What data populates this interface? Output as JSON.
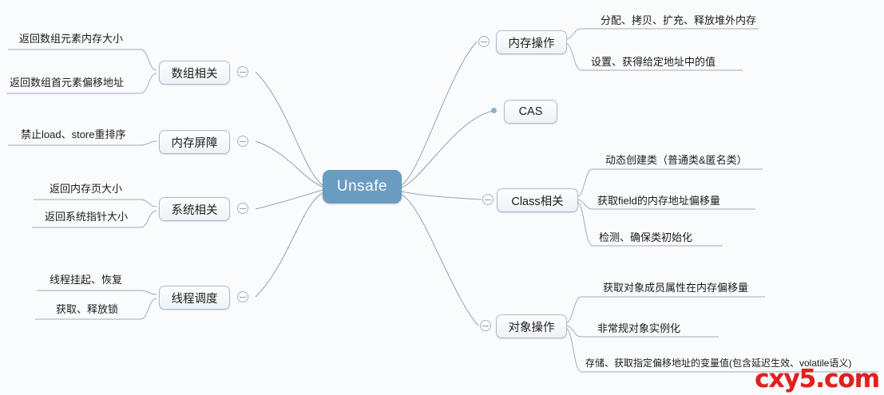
{
  "diagram": {
    "type": "mind-map",
    "root": {
      "label": "Unsafe"
    },
    "watermark": "cxy5.com",
    "branches_left": [
      {
        "label": "数组相关",
        "toggle_icon": "collapse-minus-icon",
        "children": [
          {
            "label": "返回数组元素内存大小"
          },
          {
            "label": "返回数组首元素偏移地址"
          }
        ]
      },
      {
        "label": "内存屏障",
        "toggle_icon": "collapse-minus-icon",
        "children": [
          {
            "label": "禁止load、store重排序"
          }
        ]
      },
      {
        "label": "系统相关",
        "toggle_icon": "collapse-minus-icon",
        "children": [
          {
            "label": "返回内存页大小"
          },
          {
            "label": "返回系统指针大小"
          }
        ]
      },
      {
        "label": "线程调度",
        "toggle_icon": "collapse-minus-icon",
        "children": [
          {
            "label": "线程挂起、恢复"
          },
          {
            "label": "获取、释放锁"
          }
        ]
      }
    ],
    "branches_right": [
      {
        "label": "内存操作",
        "toggle_icon": "collapse-minus-icon",
        "children": [
          {
            "label": "分配、拷贝、扩充、释放堆外内存"
          },
          {
            "label": "设置、获得给定地址中的值"
          }
        ]
      },
      {
        "label": "CAS",
        "toggle_icon": "leaf-dot-icon",
        "children": []
      },
      {
        "label": "Class相关",
        "toggle_icon": "collapse-minus-icon",
        "children": [
          {
            "label": "动态创建类（普通类&匿名类）"
          },
          {
            "label": "获取field的内存地址偏移量"
          },
          {
            "label": "检测、确保类初始化"
          }
        ]
      },
      {
        "label": "对象操作",
        "toggle_icon": "collapse-minus-icon",
        "children": [
          {
            "label": "获取对象成员属性在内存偏移量"
          },
          {
            "label": "非常规对象实例化"
          },
          {
            "label": "存储、获取指定偏移地址的变量值(包含延迟生效、volatile语义)"
          }
        ]
      }
    ]
  }
}
